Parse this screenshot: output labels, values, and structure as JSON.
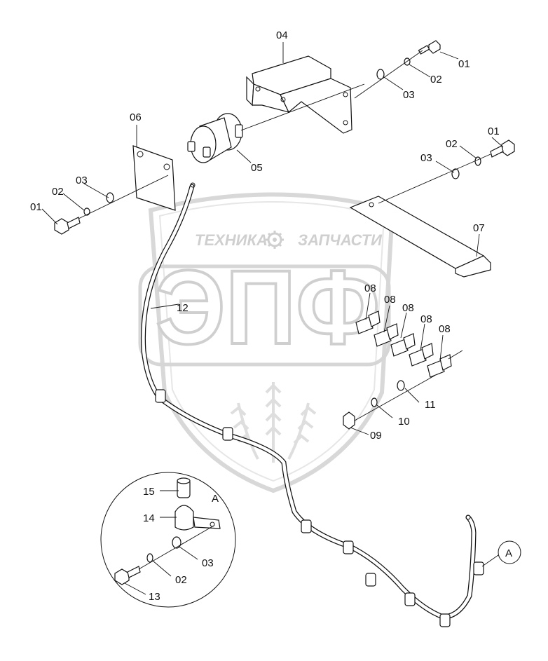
{
  "watermark": {
    "left_text": "ТЕХНИКА",
    "right_text": "ЗАПЧАСТИ",
    "big_text": "ЭПФ"
  },
  "detail_view": {
    "letter": "A"
  },
  "callout": {
    "letter": "A"
  },
  "labels": [
    {
      "id": "lbl-04",
      "text": "04"
    },
    {
      "id": "lbl-01-top",
      "text": "01"
    },
    {
      "id": "lbl-02-top",
      "text": "02"
    },
    {
      "id": "lbl-03-top",
      "text": "03"
    },
    {
      "id": "lbl-05",
      "text": "05"
    },
    {
      "id": "lbl-06",
      "text": "06"
    },
    {
      "id": "lbl-03-left",
      "text": "03"
    },
    {
      "id": "lbl-02-left",
      "text": "02"
    },
    {
      "id": "lbl-01-left",
      "text": "01"
    },
    {
      "id": "lbl-01-right",
      "text": "01"
    },
    {
      "id": "lbl-02-right",
      "text": "02"
    },
    {
      "id": "lbl-03-right",
      "text": "03"
    },
    {
      "id": "lbl-07",
      "text": "07"
    },
    {
      "id": "lbl-12",
      "text": "12"
    },
    {
      "id": "lbl-08-a",
      "text": "08"
    },
    {
      "id": "lbl-08-b",
      "text": "08"
    },
    {
      "id": "lbl-08-c",
      "text": "08"
    },
    {
      "id": "lbl-08-d",
      "text": "08"
    },
    {
      "id": "lbl-08-e",
      "text": "08"
    },
    {
      "id": "lbl-11",
      "text": "11"
    },
    {
      "id": "lbl-10",
      "text": "10"
    },
    {
      "id": "lbl-09",
      "text": "09"
    },
    {
      "id": "lbl-15",
      "text": "15"
    },
    {
      "id": "lbl-14",
      "text": "14"
    },
    {
      "id": "lbl-03-detail",
      "text": "03"
    },
    {
      "id": "lbl-02-detail",
      "text": "02"
    },
    {
      "id": "lbl-13",
      "text": "13"
    }
  ]
}
